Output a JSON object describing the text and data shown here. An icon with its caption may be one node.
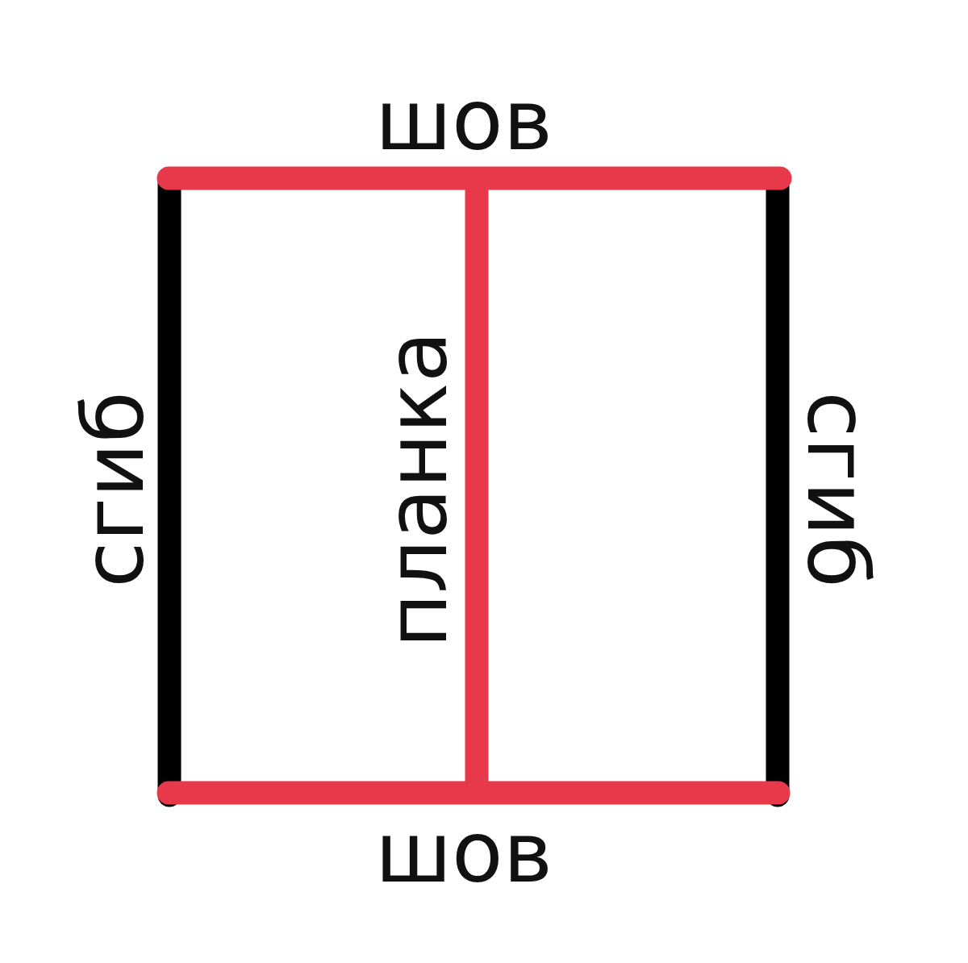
{
  "diagram": {
    "labels": [
      "шов",
      "сгиб",
      "планка",
      "сгиб",
      "шов"
    ]
  }
}
